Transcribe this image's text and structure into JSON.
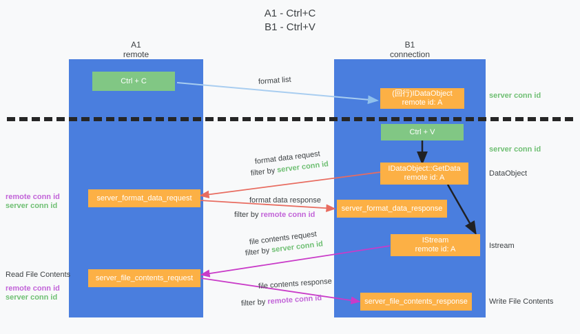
{
  "title": "A1 - Ctrl+C\nB1 - Ctrl+V",
  "colors": {
    "panel_blue": "#4a7ede",
    "green_box": "#81c784",
    "orange_box": "#fcb045",
    "green_text": "#6fbf73",
    "purple_text": "#c264d8",
    "arrow_blue": "#a8cdf0",
    "arrow_red": "#e86c60",
    "arrow_purple": "#c93bc8",
    "arrow_black": "#202124",
    "background": "#f8f9fa"
  },
  "columns": [
    {
      "name": "A1",
      "sub": "remote"
    },
    {
      "name": "B1",
      "sub": "connection"
    }
  ],
  "boxes": {
    "ctrl_c": {
      "line1": "Ctrl + C",
      "line2": ""
    },
    "idataobject_marshal": {
      "line1": "(回行)IDataObject",
      "line2": "remote id: A"
    },
    "ctrl_v": {
      "line1": "Ctrl + V",
      "line2": ""
    },
    "getdata": {
      "line1": "IDataObject::GetData",
      "line2": "remote id: A"
    },
    "server_format_data_request": {
      "line1": "server_format_data_request",
      "line2": ""
    },
    "server_format_data_response": {
      "line1": "server_format_data_response",
      "line2": ""
    },
    "istream": {
      "line1": "IStream",
      "line2": "remote id: A"
    },
    "server_file_contents_request": {
      "line1": "server_file_contents_request",
      "line2": ""
    },
    "server_file_contents_response": {
      "line1": "server_file_contents_response",
      "line2": ""
    }
  },
  "right_labels": {
    "server_conn_id_top": "server conn id",
    "server_conn_id_mid": "server conn id",
    "dataobject": "DataObject",
    "istream": "Istream",
    "write_file_contents": "Write File Contents"
  },
  "left_labels": {
    "remote_conn_id_upper": "remote conn id",
    "server_conn_id_upper": "server conn id",
    "read_file_contents": "Read File Contents",
    "remote_conn_id_lower": "remote conn id",
    "server_conn_id_lower": "server conn id"
  },
  "annotations": {
    "format_list": "format list",
    "format_data_request": "format data request",
    "format_data_request_filter_prefix": "filter by ",
    "format_data_request_filter_value": "server conn id",
    "format_data_response": "format data response",
    "format_data_response_filter_prefix": "filter by ",
    "format_data_response_filter_value": "remote conn id",
    "file_contents_request": "file contents request",
    "file_contents_request_filter_prefix": "filter by ",
    "file_contents_request_filter_value": "server conn id",
    "file_contents_response": "file contents response",
    "file_contents_response_filter_prefix": "filter by ",
    "file_contents_response_filter_value": "remote conn id"
  }
}
